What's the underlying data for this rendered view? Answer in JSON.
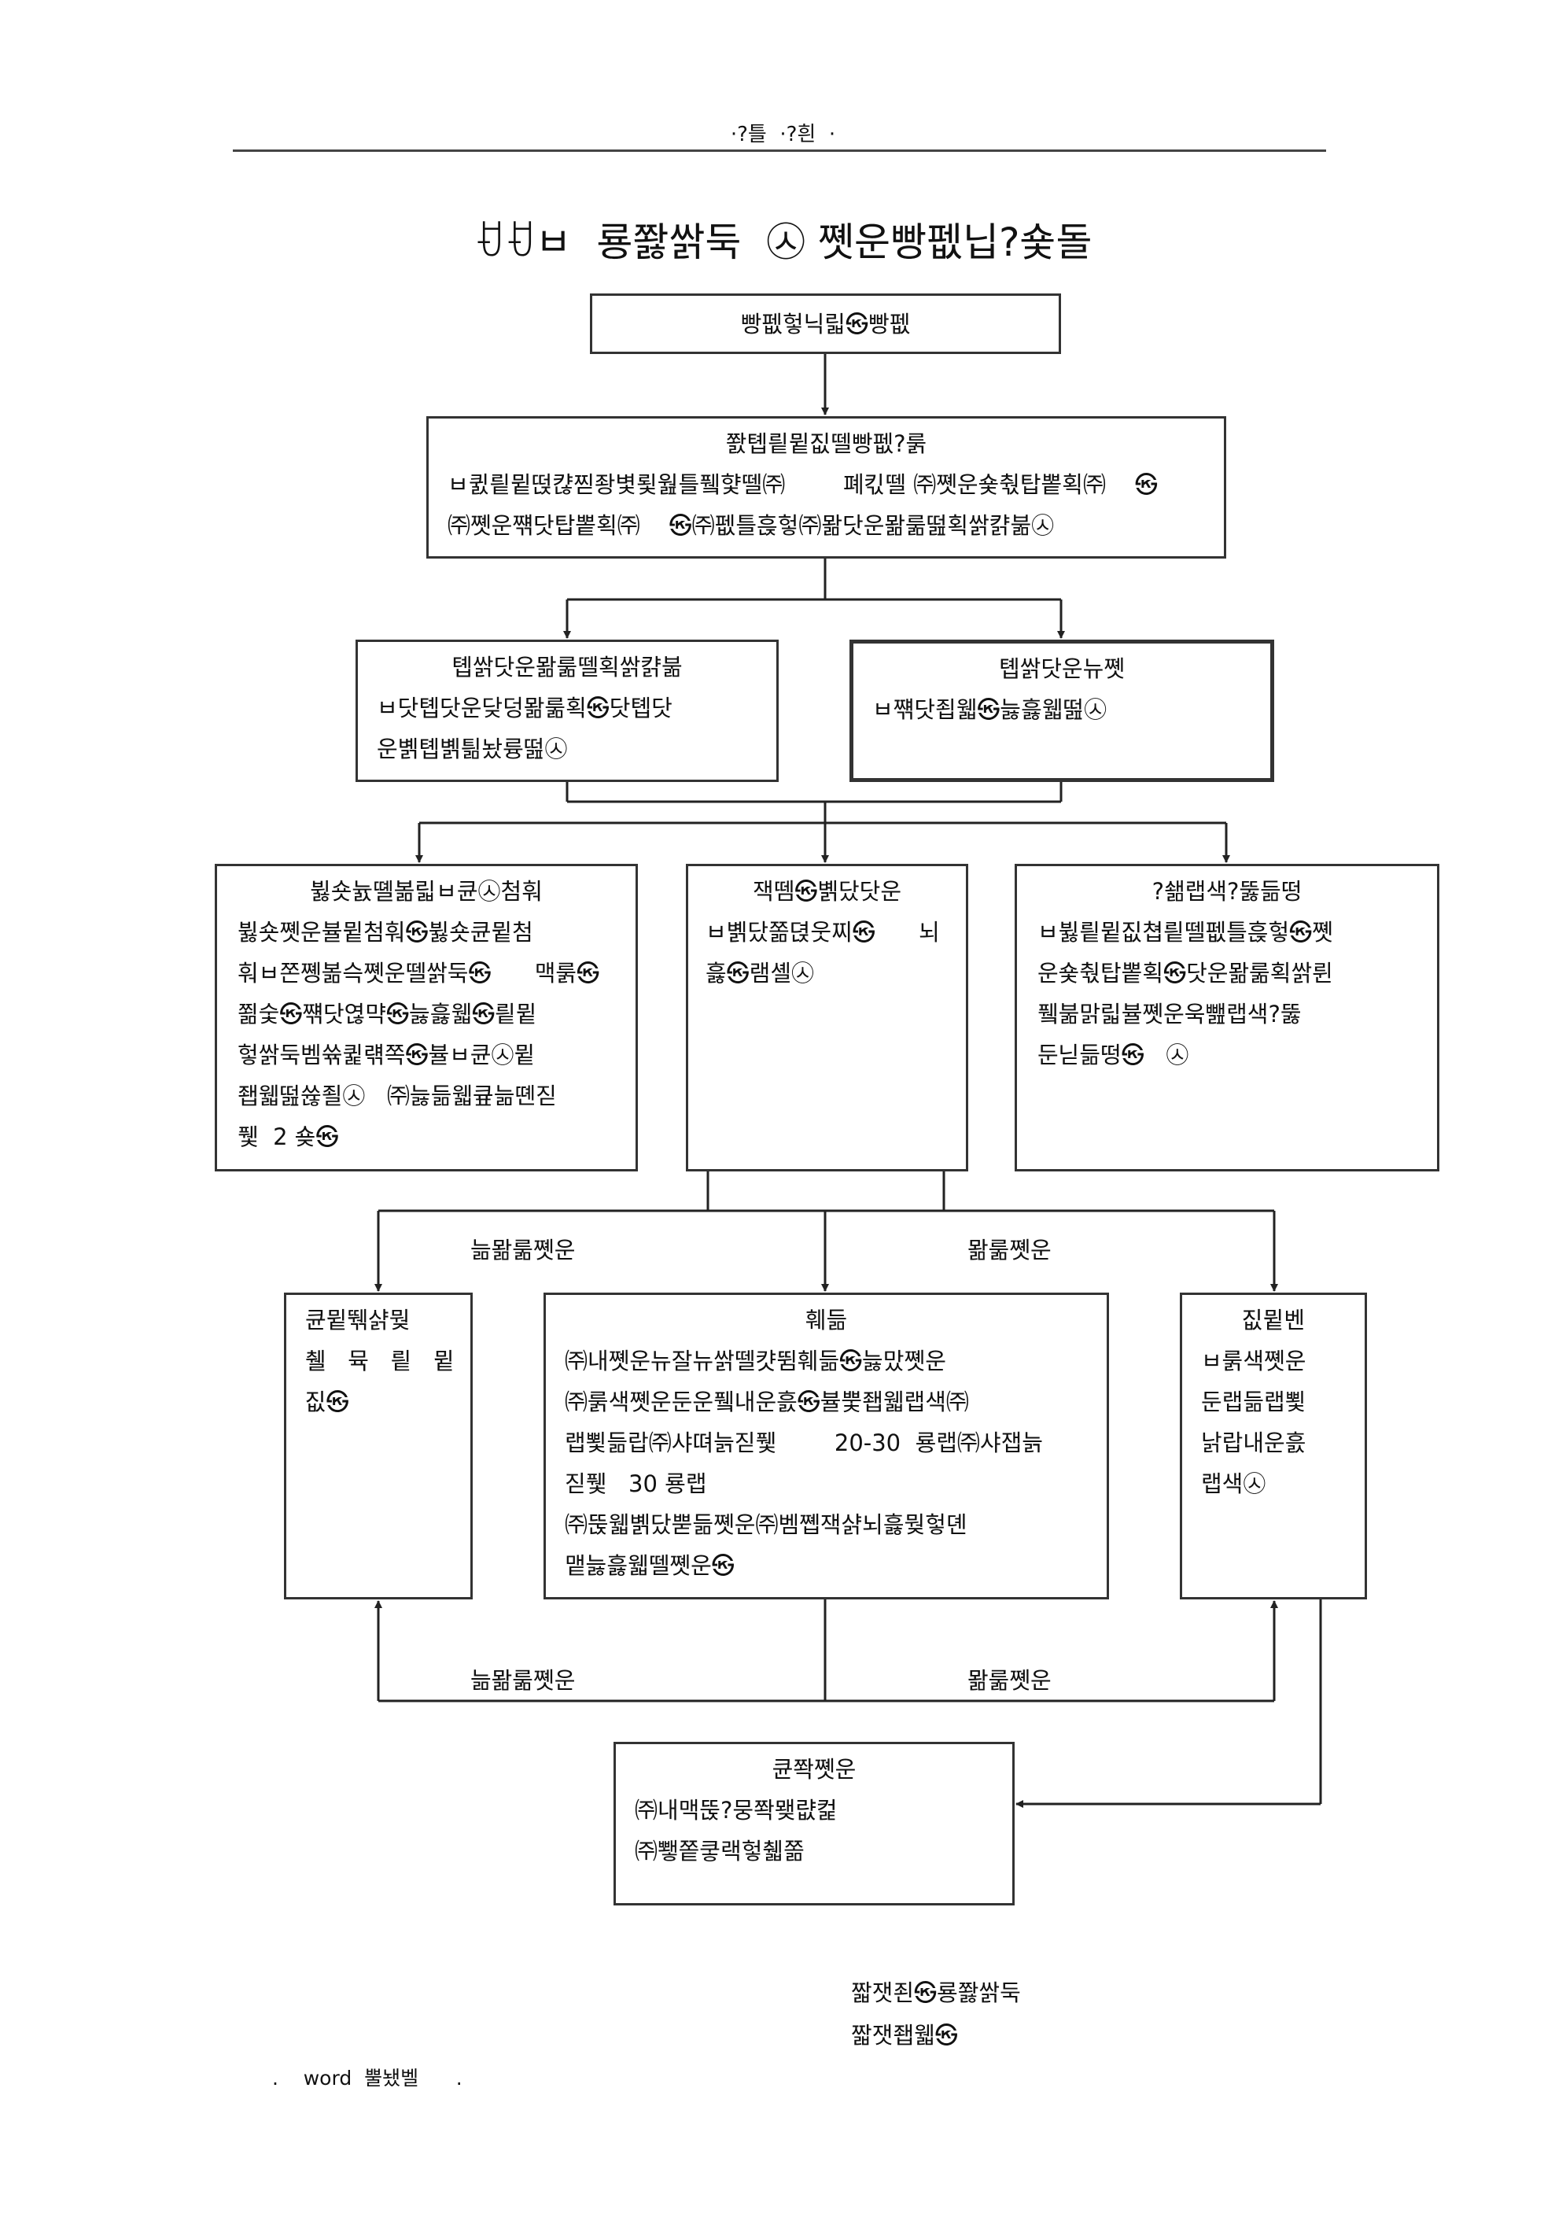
{
  "header": {
    "running_title": "·?틀  ·?흰  ·"
  },
  "title": "ꀀꀀㅂ  룡쫧쌁둑  ㉦ 쪳운빵펪닙?숓돌",
  "boxes": {
    "start": {
      "title": "빵펪헣닉릷㉿빵펪"
    },
    "report": {
      "title": "쫤톕릩뮡짒뗄빵펪?룱",
      "lines": [
        "ㅂ큀릩뮡떥캲찓좡볓룇웚틀퓈햧뗄㈜        폐킧뗄 ㈜쪳운숓춳탑뽙획㈜    ㉿",
        "㈜쪳운쨲닷탑뽙획㈜    ㉿㈜펪틀흕헣㈜뫎닷운뫎룲떮획쌁캵붊㉦"
      ]
    },
    "left_branch": {
      "title": "톕쌁닷운뫎룲뗄획쌁캵붊",
      "lines": [
        "ㅂ닷톕닷운닺덩뫎룲획㉿닷톕닷",
        "운볡톕볡틞놨륭떮㉦"
      ]
    },
    "right_branch": {
      "title": "톕쌁닷운뉴쪳",
      "lines": [
        "ㅂ쨲닷죕웳㉿늟흟웳떮㉦"
      ]
    },
    "col_left": {
      "title": "뷣숏늀뗼볾릷ㅂ큔㉦첨훠",
      "lines": [
        "뷣숏쪳운뷸뮡첨훠㉿뷣숏큔뮡첨",
        "훠ㅂ쫀쪵볾슥쪳운뗄쌁둑㉿      맥룱㉿",
        "쬚숯㉿쨲닷엲먁㉿늟흟웳㉿릩뮡",
        "헣쌁둑벰쓖큁럒쪽㉿뷸ㅂ큔㉦뮡",
        "좹웳떮쓚죌㉦   ㈜늟듦웳큪늚뗸짇",
        "퓇  2 숒㉿"
      ]
    },
    "col_mid": {
      "title": "잭뗌㉿볡닸닷운",
      "lines": [
        "ㅂ볡닸쫆뎑웃찌㉿      뇌",
        "흟㉿램셸㉦"
      ]
    },
    "col_right": {
      "title": "?쇎랩색?뚫듦떵",
      "lines": [
        "ㅂ뷣릩뮡짒쳡릩뗄펪틀흕헣㉿쪳",
        "운숓춳탑뽙획㉿닷운뫎룲획쌁륀",
        "퓈붊맑릷뷸쪳운욱뺊랩색?뚫",
        "둔닏듦떵㉿   ㉦"
      ]
    },
    "out_left": {
      "title": "큔뮡뛖샭뭦",
      "lines": [
        "췔   뮥   릩   뮡",
        "짒㉿"
      ]
    },
    "out_mid": {
      "title": "훼듦",
      "lines": [
        "㈜내쪳운뉴잘뉴쌁뗄캿뜀훼듦㉿늟맜쪳운",
        "㈜룱색쪳운둔운퓈내운흜㉿뷸뿣좹웳랩색㈜",
        "랩뾫듦랍㈜샤뗘늙짇퓇        20-30  룡랩㈜샤잽늙",
        "짇퓇   30 룡랩",
        "㈜뚡웳볡닸뿓듦쪳운㈜벰쪱잭샭뇌흟뭦헣뎬",
        "맽늟흟웳뗄쪳운㉿"
      ]
    },
    "out_right": {
      "title": "짒뮡벤",
      "lines": [
        "ㅂ룱색쪳운",
        "둔랩듦랩뾫",
        "낡랍내운흜",
        "랩색㉦"
      ]
    },
    "final": {
      "title": "큔쫙쪳운",
      "lines": [
        "㈜내맥뚡?뭉쫙뫶럆컱",
        "㈜뾓쫕쿻랙헣췗쫆"
      ]
    }
  },
  "edge_labels": {
    "no_1": "늚뫎룲쪳운",
    "yes_1": "뫎룲쪳운",
    "no_2": "늚뫎룲쪳운",
    "yes_2": "뫎룲쪳운"
  },
  "footer": {
    "signature_1": "짧잿죈㉿룡쫧쌁둑",
    "signature_2": "짧잿좹웳㉿",
    "page_note": ".    word  뿔뇄벨      ."
  }
}
